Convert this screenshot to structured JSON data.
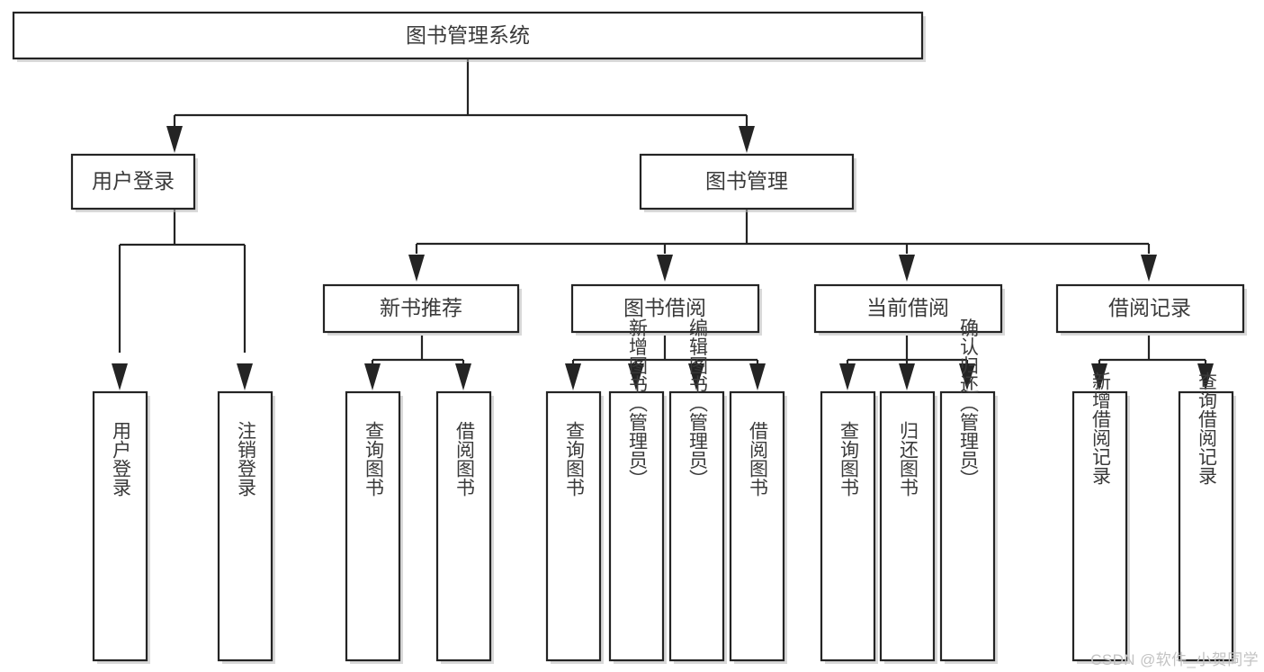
{
  "diagram": {
    "type": "tree-hierarchy",
    "title": "图书管理系统",
    "watermark": "CSDN @软件_小贺同学",
    "colors": {
      "stroke": "#242424",
      "box_fill": "#ffffff",
      "text": "#3a3a3a",
      "shadow": "#b9b9b9",
      "watermark": "#c3c3c3",
      "background": "#ffffff"
    },
    "levels": {
      "root": {
        "label": "图书管理系统"
      },
      "level2": [
        {
          "id": "user-login",
          "label": "用户登录"
        },
        {
          "id": "book-management",
          "label": "图书管理"
        }
      ],
      "level3": [
        {
          "id": "new-book-recommend",
          "label": "新书推荐",
          "parent": "book-management"
        },
        {
          "id": "book-borrow",
          "label": "图书借阅",
          "parent": "book-management"
        },
        {
          "id": "current-borrow",
          "label": "当前借阅",
          "parent": "book-management"
        },
        {
          "id": "borrow-record",
          "label": "借阅记录",
          "parent": "book-management"
        }
      ],
      "leaves": [
        {
          "id": "leaf-user-login",
          "label": "用户登录",
          "parent": "user-login"
        },
        {
          "id": "leaf-logout",
          "label": "注销登录",
          "parent": "user-login"
        },
        {
          "id": "leaf-query-book-1",
          "label": "查询图书",
          "parent": "new-book-recommend"
        },
        {
          "id": "leaf-borrow-book-1",
          "label": "借阅图书",
          "parent": "new-book-recommend"
        },
        {
          "id": "leaf-query-book-2",
          "label": "查询图书",
          "parent": "book-borrow"
        },
        {
          "id": "leaf-add-book",
          "label": "新增图书（管理员）",
          "parent": "book-borrow"
        },
        {
          "id": "leaf-edit-book",
          "label": "编辑图书（管理员）",
          "parent": "book-borrow"
        },
        {
          "id": "leaf-borrow-book-2",
          "label": "借阅图书",
          "parent": "book-borrow"
        },
        {
          "id": "leaf-query-book-3",
          "label": "查询图书",
          "parent": "current-borrow"
        },
        {
          "id": "leaf-return-book",
          "label": "归还图书",
          "parent": "current-borrow"
        },
        {
          "id": "leaf-confirm-return",
          "label": "确认归还（管理员）",
          "parent": "current-borrow"
        },
        {
          "id": "leaf-add-record",
          "label": "新增借阅记录",
          "parent": "borrow-record"
        },
        {
          "id": "leaf-query-record",
          "label": "查询借阅记录",
          "parent": "borrow-record"
        }
      ]
    }
  }
}
